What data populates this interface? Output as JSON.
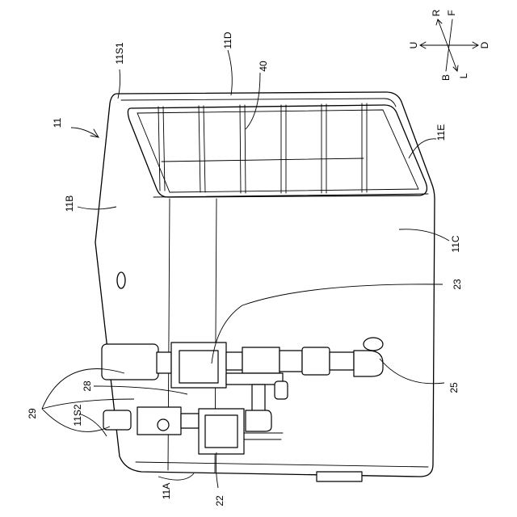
{
  "labels": {
    "ref_11": "11",
    "ref_11S1": "11S1",
    "ref_11D": "11D",
    "ref_40": "40",
    "ref_11E": "11E",
    "ref_11B": "11B",
    "ref_11C": "11C",
    "ref_23": "23",
    "ref_25": "25",
    "ref_28": "28",
    "ref_29": "29",
    "ref_11S2": "11S2",
    "ref_11A": "11A",
    "ref_22": "22"
  },
  "compass": {
    "up": "U",
    "down": "D",
    "right": "R",
    "front": "F",
    "back": "B",
    "left": "L"
  }
}
